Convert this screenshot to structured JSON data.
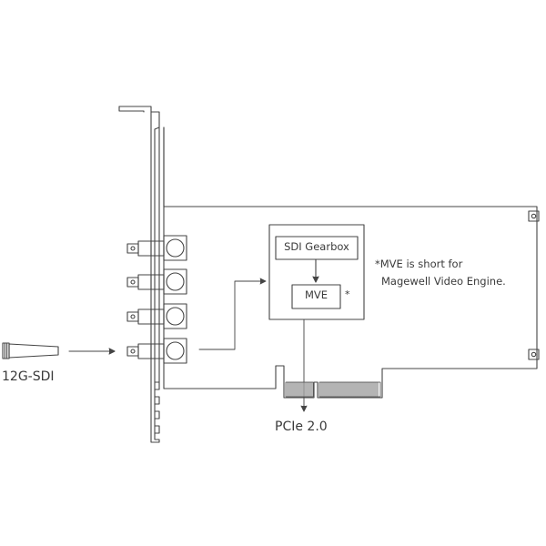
{
  "labels": {
    "input": "12G-SDI",
    "gearbox": "SDI Gearbox",
    "mve": "MVE",
    "mve_marker": "*",
    "footnote_line1": "*MVE is short for",
    "footnote_line2": "Magewell Video Engine.",
    "bus": "PCIe 2.0"
  },
  "colors": {
    "stroke": "#444444",
    "text": "#3a3a3a",
    "background": "#ffffff"
  },
  "icons": {
    "connector": "sdi-cable-plug-icon",
    "port": "bnc-connector-icon"
  }
}
